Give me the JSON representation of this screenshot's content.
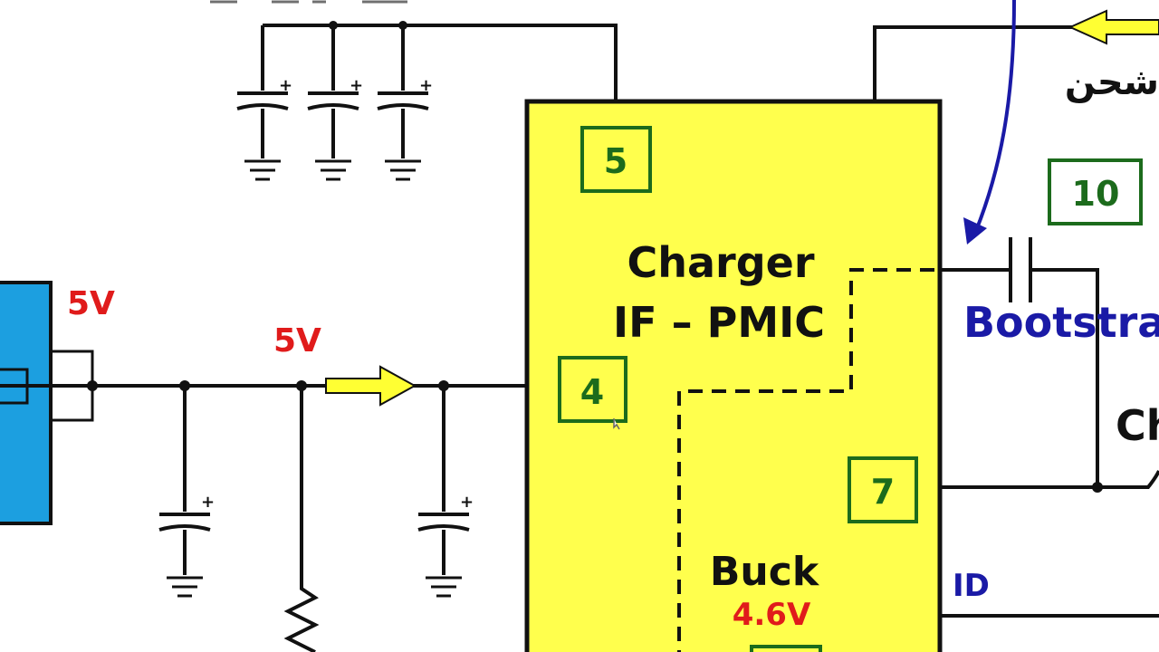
{
  "ic": {
    "title_line1": "Charger",
    "title_line2": "IF – PMIC",
    "buck_label": "Buck",
    "buck_voltage": "4.6V"
  },
  "step_numbers": [
    "5",
    "4",
    "7",
    "10"
  ],
  "voltage_labels": {
    "connector": "5V",
    "vbus": "5V"
  },
  "right_labels": {
    "bootstrap": "Bootstra",
    "id": "ID",
    "partial": "Ch"
  },
  "arabic_label": "شحن",
  "colors": {
    "ic_fill": "#ffff4d",
    "connector_fill": "#1c9fe0",
    "arrow_fill": "#ffff33",
    "label_red": "#e01b1b",
    "label_blue": "#1a1aa6",
    "number_green": "#1c6b1c"
  }
}
